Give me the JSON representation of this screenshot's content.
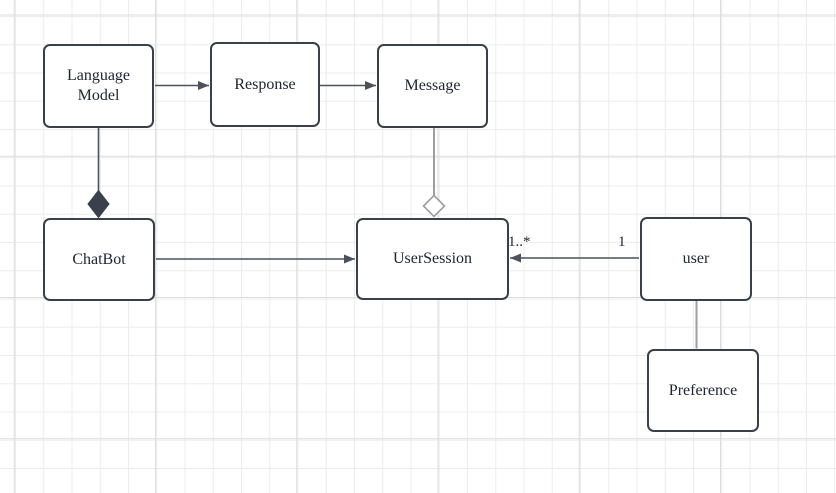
{
  "diagram": {
    "nodes": {
      "language_model": {
        "label": "Language Model"
      },
      "response": {
        "label": "Response"
      },
      "message": {
        "label": "Message"
      },
      "chatbot": {
        "label": "ChatBot"
      },
      "user_session": {
        "label": "UserSession"
      },
      "user": {
        "label": "user"
      },
      "preference": {
        "label": "Preference"
      }
    },
    "edges": {
      "user_to_user_session": {
        "source_multiplicity": "1",
        "target_multiplicity": "1..*"
      }
    },
    "colors": {
      "node_border": "#39404a",
      "node_fill": "#ffffff",
      "edge_dark": "#4b525b",
      "edge_light": "#9e9e9e",
      "composition_diamond": "#3a414b",
      "grid_minor": "#ececec",
      "grid_major": "#dcdcdc",
      "text": "#202631"
    }
  }
}
